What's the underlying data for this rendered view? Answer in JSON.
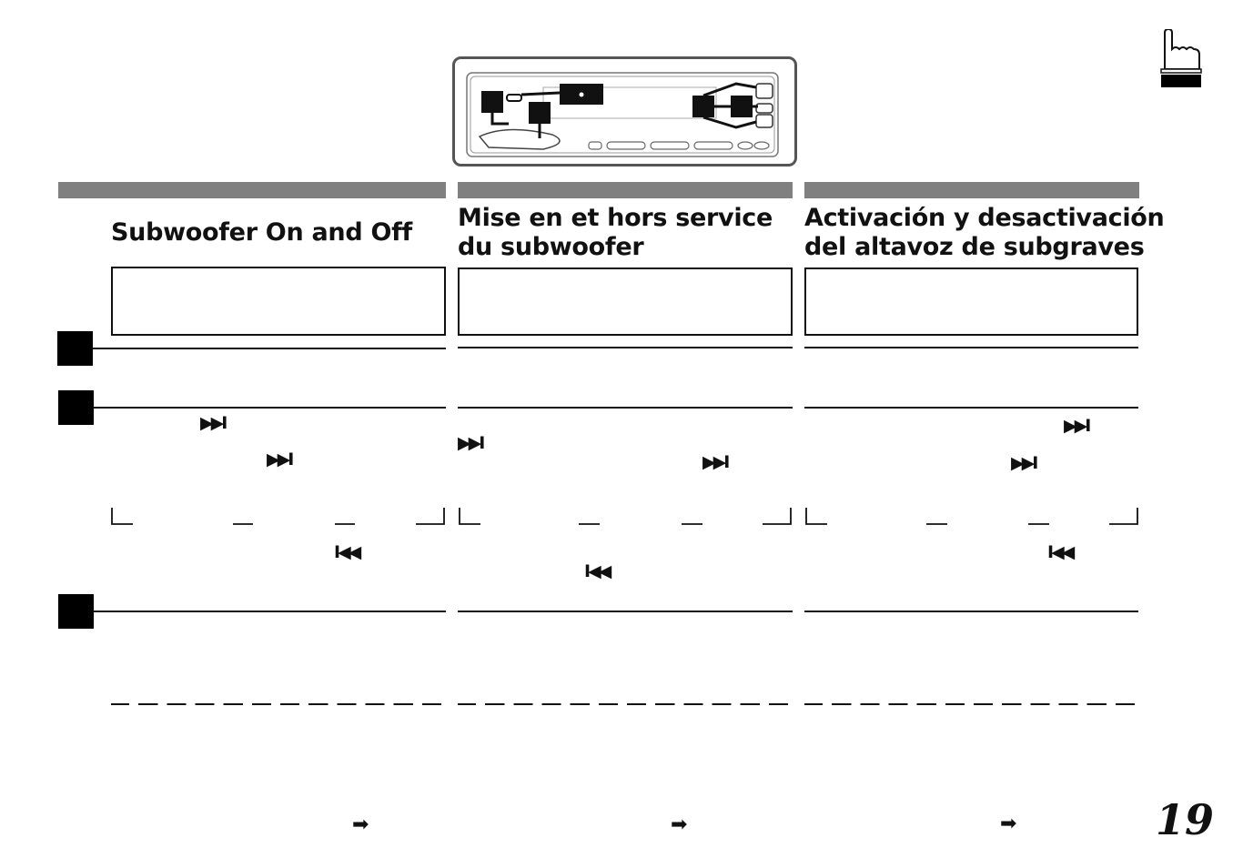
{
  "page": {
    "number": "19"
  },
  "columns": [
    {
      "lang": "en",
      "title_line1": "Subwoofer On and Off",
      "title_line2": ""
    },
    {
      "lang": "fr",
      "title_line1": "Mise en et hors service",
      "title_line2": "du subwoofer"
    },
    {
      "lang": "es",
      "title_line1": "Activación y desactivación",
      "title_line2": "del altavoz de subgraves"
    }
  ],
  "icons": {
    "next": "▶▶I",
    "prev": "I◀◀",
    "arrow": "➡",
    "pointing_hand": "pointing-hand-icon"
  },
  "colors": {
    "section_bar": "#808080",
    "text": "#111111",
    "step_box": "#000000"
  }
}
